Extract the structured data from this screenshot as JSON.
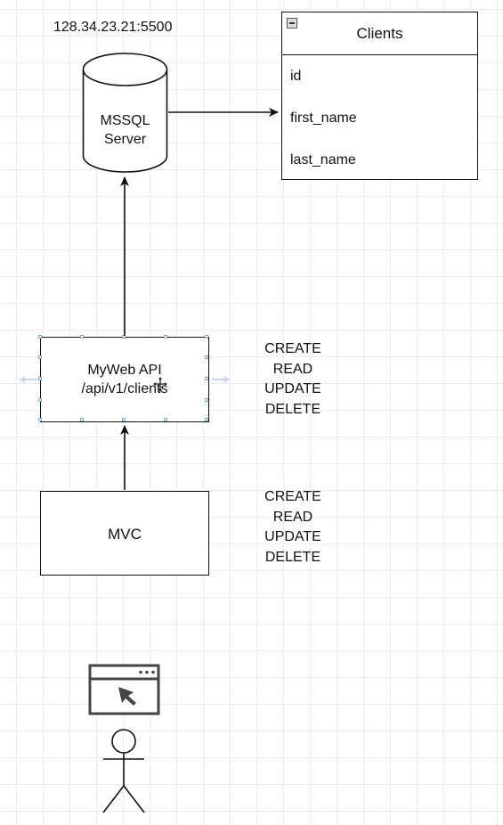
{
  "server_address": "128.34.23.21:5500",
  "database": {
    "line1": "MSSQL",
    "line2": "Server"
  },
  "table": {
    "title": "Clients",
    "fields": [
      "id",
      "first_name",
      "last_name"
    ]
  },
  "api": {
    "line1": "MyWeb API",
    "line2": "/api/v1/clients"
  },
  "mvc": {
    "label": "MVC"
  },
  "operations_api": [
    "CREATE",
    "READ",
    "UPDATE",
    "DELETE"
  ],
  "operations_mvc": [
    "CREATE",
    "READ",
    "UPDATE",
    "DELETE"
  ],
  "colors": {
    "stroke": "#111111",
    "grid": "#ececec",
    "selection": "#7aa7e0",
    "icon": "#444444"
  }
}
